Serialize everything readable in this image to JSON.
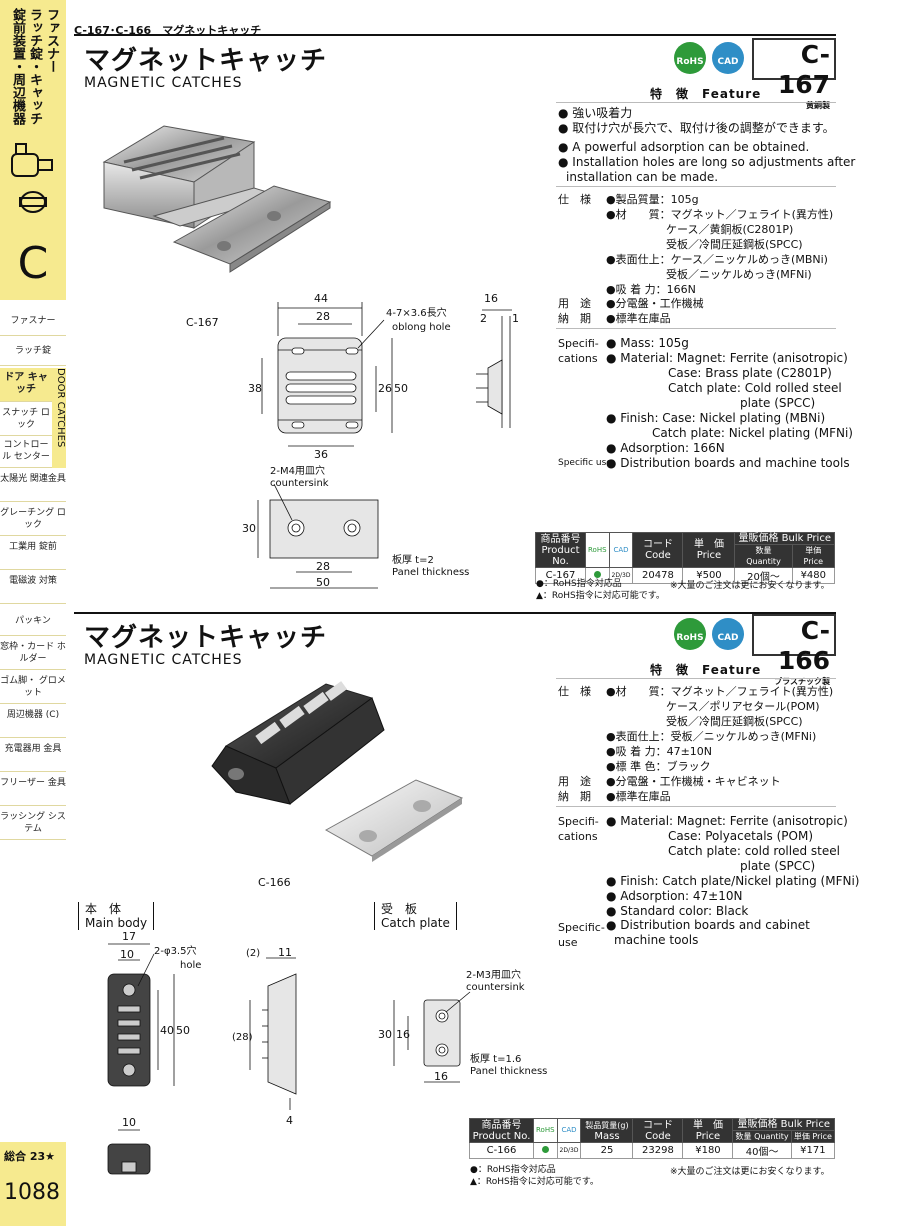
{
  "sidebar": {
    "top_col1": "ファスナー",
    "top_col2": "ラッチ錠・キャッチ",
    "top_col3": "錠前装置・周辺機器",
    "letter": "C",
    "vertical_en": "DOOR CATCHES",
    "items": [
      {
        "label": "ファスナー"
      },
      {
        "label": "ラッチ錠"
      },
      {
        "label": "ドア キャッチ"
      },
      {
        "label": "スナッチ ロック"
      },
      {
        "label": "コントロール センター"
      },
      {
        "label": "太陽光 関連金具"
      },
      {
        "label": "グレーチング ロック"
      },
      {
        "label": "工業用 錠前"
      },
      {
        "label": "電磁波 対策"
      },
      {
        "label": "パッキン"
      },
      {
        "label": "窓枠・カード ホルダー"
      },
      {
        "label": "ゴム脚・ グロメット"
      },
      {
        "label": "周辺機器 (C)"
      },
      {
        "label": "充電器用 金具"
      },
      {
        "label": "フリーザー 金具"
      },
      {
        "label": "ラッシング システム"
      }
    ],
    "page_ref": "総合 23★",
    "page_number": "1088"
  },
  "breadcrumb": "C-167･C-166　マグネットキャッチ",
  "badges": {
    "rohs": "RoHS",
    "cad": "CAD"
  },
  "products": [
    {
      "title_jp": "マグネットキャッチ",
      "title_en": "MAGNETIC  CATCHES",
      "code": "C-167",
      "material_note": "黄銅製",
      "image_label": "C-167",
      "feature_head": "特　徴　Feature",
      "features_jp": [
        "強い吸着力",
        "取付け穴が長穴で、取付け後の調整ができます。"
      ],
      "features_en": [
        "A powerful adsorption can be obtained.",
        "Installation holes are long so adjustments after",
        "installation can be made."
      ],
      "spec_label_jp": "仕　様",
      "specs_jp": [
        "●製品質量：105g",
        "●材　　質：マグネット／フェライト(異方性)",
        "ケース／黄銅板(C2801P)",
        "受板／冷間圧延鋼板(SPCC)",
        "●表面仕上：ケース／ニッケルめっき(MBNi)",
        "受板／ニッケルめっき(MFNi)",
        "●吸 着 力：166N"
      ],
      "use_label_jp": "用　途",
      "use_jp": "●分電盤・工作機械",
      "delivery_label_jp": "納　期",
      "delivery_jp": "●標準在庫品",
      "spec_label_en_1": "Specifi-",
      "spec_label_en_2": "cations",
      "specs_en": [
        "● Mass: 105g",
        "● Material: Magnet: Ferrite (anisotropic)",
        "Case: Brass plate (C2801P)",
        "Catch plate: Cold rolled steel",
        "plate (SPCC)",
        "● Finish: Case: Nickel plating (MBNi)",
        "Catch plate: Nickel plating (MFNi)",
        "● Adsorption: 166N"
      ],
      "use_label_en": "Specific use",
      "use_en": "● Distribution boards and machine tools",
      "drawing": {
        "dim_44": "44",
        "dim_28_top": "28",
        "hole_jp": "4-7×3.6長穴",
        "hole_en": "oblong hole",
        "dim_38": "38",
        "dim_26": "26",
        "dim_50_side": "50",
        "dim_36": "36",
        "dim_16": "16",
        "dim_2": "2",
        "dim_1": "1",
        "cs_jp": "2-M4用皿穴",
        "cs_en": "countersink",
        "dim_30": "30",
        "dim_28_bot": "28",
        "dim_50_bot": "50",
        "thick_jp": "板厚 t=2",
        "thick_en": "Panel thickness"
      },
      "table": {
        "headers": {
          "no_jp": "商品番号",
          "no_en": "Product No.",
          "rohs": "RoHS",
          "cad": "CAD",
          "code_jp": "コード",
          "code_en": "Code",
          "price_jp": "単　価",
          "price_en": "Price",
          "bulk": "量販価格 Bulk Price",
          "qty": "数量 Quantity",
          "unit": "単価 Price"
        },
        "rows": [
          {
            "no": "C-167",
            "cad": "2D/3D",
            "code": "20478",
            "price": "¥500",
            "qty": "20個～",
            "bulk": "¥480"
          }
        ]
      },
      "notes": [
        "●：RoHS指令対応品",
        "▲：RoHS指令に対応可能です。"
      ],
      "note_right": "※大量のご注文は更にお安くなります。"
    },
    {
      "title_jp": "マグネットキャッチ",
      "title_en": "MAGNETIC  CATCHES",
      "code": "C-166",
      "material_note": "プラスチック製",
      "image_label": "C-166",
      "feature_head": "特　徴　Feature",
      "spec_label_jp": "仕　様",
      "specs_jp": [
        "●材　　質：マグネット／フェライト(異方性)",
        "ケース／ポリアセタール(POM)",
        "受板／冷間圧延鋼板(SPCC)",
        "●表面仕上：受板／ニッケルめっき(MFNi)",
        "●吸 着 力：47±10N",
        "●標 準 色：ブラック"
      ],
      "use_label_jp": "用　途",
      "use_jp": "●分電盤・工作機械・キャビネット",
      "delivery_label_jp": "納　期",
      "delivery_jp": "●標準在庫品",
      "spec_label_en_1": "Specifi-",
      "spec_label_en_2": "cations",
      "specs_en": [
        "● Material: Magnet: Ferrite (anisotropic)",
        "Case: Polyacetals (POM)",
        "Catch plate: cold rolled steel",
        "plate (SPCC)",
        "● Finish: Catch plate/Nickel plating (MFNi)",
        "● Adsorption: 47±10N",
        "● Standard color: Black"
      ],
      "use_label_en_1": "Specific-",
      "use_label_en_2": "use",
      "use_en_1": "● Distribution boards and cabinet",
      "use_en_2": "machine tools",
      "main_body_jp": "本　体",
      "main_body_en": "Main body",
      "catch_plate_jp": "受　板",
      "catch_plate_en": "Catch plate",
      "drawing": {
        "dim_17": "17",
        "dim_10": "10",
        "hole_jp": "2-φ3.5穴",
        "hole_en": "hole",
        "dim_40": "40",
        "dim_50": "50",
        "dim_2p": "(2)",
        "dim_11": "11",
        "dim_28p": "(28)",
        "dim_4": "4",
        "cs_jp": "2-M3用皿穴",
        "cs_en": "countersink",
        "dim_30": "30",
        "dim_16v": "16",
        "dim_16h": "16",
        "thick_jp": "板厚 t=1.6",
        "thick_en": "Panel thickness",
        "dim_10b": "10"
      },
      "table": {
        "headers": {
          "no_jp": "商品番号",
          "no_en": "Product No.",
          "rohs": "RoHS",
          "cad": "CAD",
          "mass_jp": "製品質量(g)",
          "mass_en": "Mass",
          "code_jp": "コード",
          "code_en": "Code",
          "price_jp": "単　価",
          "price_en": "Price",
          "bulk": "量販価格 Bulk Price",
          "qty": "数量 Quantity",
          "unit": "単価 Price"
        },
        "rows": [
          {
            "no": "C-166",
            "cad": "2D/3D",
            "mass": "25",
            "code": "23298",
            "price": "¥180",
            "qty": "40個～",
            "bulk": "¥171"
          }
        ]
      },
      "notes": [
        "●：RoHS指令対応品",
        "▲：RoHS指令に対応可能です。"
      ],
      "note_right": "※大量のご注文は更にお安くなります。"
    }
  ]
}
